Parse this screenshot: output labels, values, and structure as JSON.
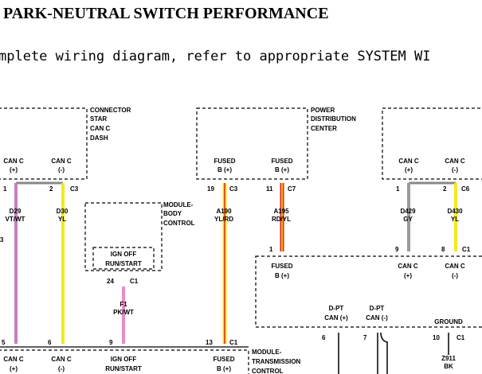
{
  "header": {
    "title": "PARK-NEUTRAL SWITCH PERFORMANCE",
    "intro_text": "mplete wiring diagram, refer to appropriate SYSTEM WI"
  },
  "modules": {
    "connector_star": {
      "lines": [
        "CONNECTOR",
        "STAR",
        "CAN C",
        "DASH"
      ]
    },
    "power_distribution_center": {
      "lines": [
        "POWER",
        "DISTRIBUTION",
        "CENTER"
      ]
    },
    "body_control": {
      "lines": [
        "MODULE-",
        "BODY",
        "CONTROL"
      ],
      "inner": [
        "IGN OFF",
        "RUN/START"
      ]
    },
    "transmission_control": {
      "lines": [
        "MODULE-",
        "TRANSMISSION",
        "CONTROL"
      ]
    }
  },
  "pins": {
    "star_can_plus": [
      "CAN C",
      "(+)"
    ],
    "star_can_minus": [
      "CAN C",
      "(-)"
    ],
    "pdc_fused_b_19": [
      "FUSED",
      "B (+)"
    ],
    "pdc_fused_b_11": [
      "FUSED",
      "B (+)"
    ],
    "right_can_plus": [
      "CAN C",
      "(+)"
    ],
    "right_can_minus": [
      "CAN C",
      "(-)"
    ],
    "mid_fused_b": [
      "FUSED",
      "B (+)"
    ],
    "mid_can_plus": [
      "CAN C",
      "(+)"
    ],
    "mid_can_minus": [
      "CAN C",
      "(-)"
    ],
    "dpt_can_plus": [
      "D-PT",
      "CAN (+)"
    ],
    "dpt_can_minus": [
      "D-PT",
      "CAN (-)"
    ],
    "ground": "GROUND",
    "tcm_can_plus": [
      "CAN C",
      "(+)"
    ],
    "tcm_can_minus": [
      "CAN C",
      "(-)"
    ],
    "tcm_ign": [
      "IGN OFF",
      "RUN/START"
    ],
    "tcm_fused_b": [
      "FUSED",
      "B (+)"
    ]
  },
  "connectors": {
    "pin_1": "1",
    "pin_2": "2",
    "c3_a": "C3",
    "pin_19": "19",
    "c3_b": "C3",
    "pin_11": "11",
    "c7": "C7",
    "pin_1b": "1",
    "pin_2b": "2",
    "c6": "C6",
    "pin_24": "24",
    "c1_a": "C1",
    "pin_1c": "1",
    "pin_9": "9",
    "pin_8": "8",
    "c1_b": "C1",
    "pin_6": "6",
    "pin_7": "7",
    "pin_10": "10",
    "c1_c": "C1",
    "pin_5": "5",
    "pin_6b": "6",
    "pin_9b": "9",
    "pin_13": "13",
    "c1_d": "C1"
  },
  "circuits": {
    "d29": [
      "D29",
      "VT/WT"
    ],
    "d30": [
      "D30",
      "YL"
    ],
    "a190": [
      "A190",
      "YL/RD"
    ],
    "a195": [
      "A195",
      "RD/YL"
    ],
    "d429": [
      "D429",
      "GY"
    ],
    "d430": [
      "D430",
      "YL"
    ],
    "f1": [
      "F1",
      "PK/WT"
    ],
    "z911": [
      "Z911",
      "BK"
    ],
    "left_edge": "3"
  },
  "wire_colors": {
    "violet_white": "#c77fc0",
    "yellow": "#f2ea1c",
    "yellow_red_base": "#f2ea1c",
    "yellow_red_stripe": "#e2231a",
    "red_yellow_base": "#e2231a",
    "red_yellow_stripe": "#f2ea1c",
    "gray": "#9a9a9a",
    "pink_white": "#e88cc8"
  }
}
